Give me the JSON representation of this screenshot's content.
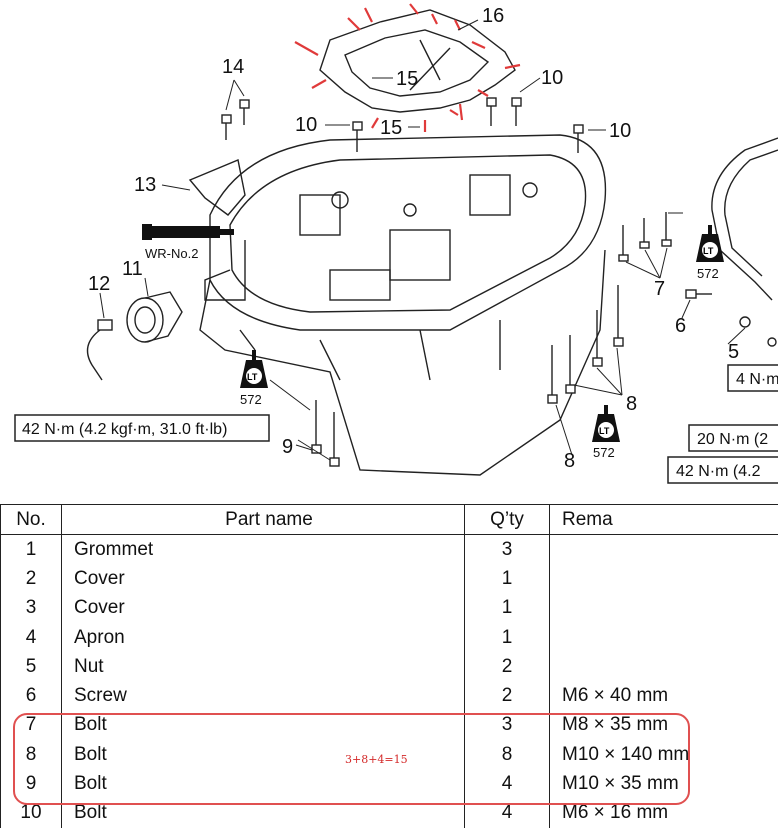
{
  "diagram": {
    "callouts": {
      "c16": "16",
      "c15a": "15",
      "c15b": "15",
      "c14": "14",
      "c10a": "10",
      "c10b": "10",
      "c10c": "10",
      "c13": "13",
      "c12": "12",
      "c11": "11",
      "c7": "7",
      "c6": "6",
      "c5": "5",
      "c8a": "8",
      "c8b": "8",
      "c9": "9"
    },
    "grease_label": "WR-No.2",
    "lt_badge": "LT",
    "lt_number": "572",
    "torque_specs": {
      "left": "42 N·m (4.2 kgf·m, 31.0 ft·lb)",
      "r1": "4 N·m",
      "r2": "20 N·m (2",
      "r3": "42 N·m (4.2"
    }
  },
  "table": {
    "headers": {
      "no": "No.",
      "name": "Part name",
      "qty": "Q’ty",
      "remarks": "Rema"
    },
    "rows": [
      {
        "no": "1",
        "name": "Grommet",
        "qty": "3",
        "remarks": ""
      },
      {
        "no": "2",
        "name": "Cover",
        "qty": "1",
        "remarks": ""
      },
      {
        "no": "3",
        "name": "Cover",
        "qty": "1",
        "remarks": ""
      },
      {
        "no": "4",
        "name": "Apron",
        "qty": "1",
        "remarks": ""
      },
      {
        "no": "5",
        "name": "Nut",
        "qty": "2",
        "remarks": ""
      },
      {
        "no": "6",
        "name": "Screw",
        "qty": "2",
        "remarks": "M6 × 40 mm"
      },
      {
        "no": "7",
        "name": "Bolt",
        "qty": "3",
        "remarks": "M8 × 35 mm"
      },
      {
        "no": "8",
        "name": "Bolt",
        "qty": "8",
        "remarks": "M10 × 140 mm"
      },
      {
        "no": "9",
        "name": "Bolt",
        "qty": "4",
        "remarks": "M10 × 35 mm"
      },
      {
        "no": "10",
        "name": "Bolt",
        "qty": "4",
        "remarks": "M6 × 16 mm"
      }
    ]
  },
  "annotation": {
    "note": "3+8+4=15"
  },
  "colors": {
    "annotation_red": "#d42a2a",
    "highlight_border": "#e05050"
  }
}
